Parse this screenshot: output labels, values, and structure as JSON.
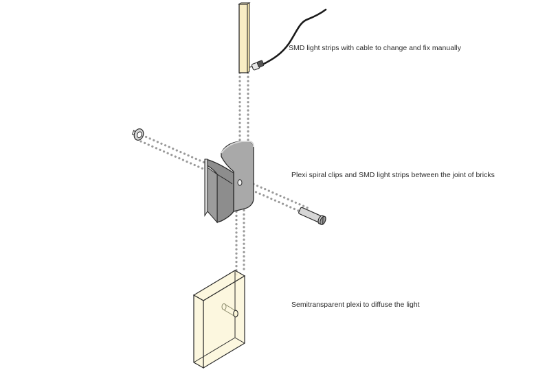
{
  "labels": {
    "led_strip": "SMD light strips with cable to change and fix manually",
    "spiral_clip": "Plexi spiral clips and SMD light strips between the joint of bricks",
    "diffuser": "Semitransparent plexi to diffuse the light"
  },
  "colors": {
    "outline": "#2a2a2a",
    "led_strip_fill": "#f8edc4",
    "diffuser_fill": "#fbf6d9",
    "diffuser_edge": "#e9dfa6",
    "clip_fill": "#a9a9a9",
    "clip_dark": "#8d8d8d",
    "clip_light": "#d6d6d6",
    "dotted_line": "#9a9a9a",
    "cable": "#1a1a1a",
    "text": "#2b2b2b"
  },
  "parts": {
    "led_strip": "led-strip",
    "cable": "cable",
    "connector": "cable-connector",
    "spiral_clip": "plexi-spiral-clip",
    "bolt": "bolt",
    "nut": "nut",
    "diffuser": "plexi-diffuser-box"
  }
}
